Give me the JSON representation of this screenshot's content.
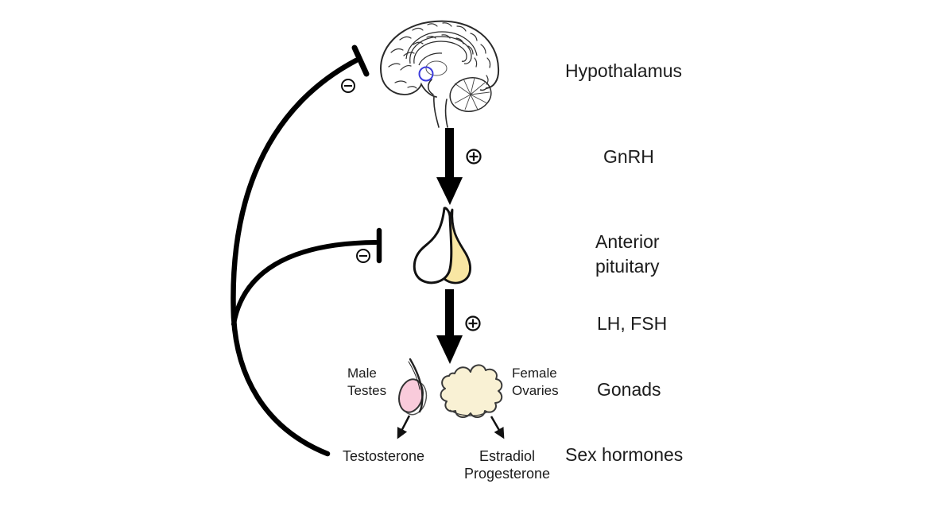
{
  "figure": {
    "type": "endocrine-negative-feedback-diagram",
    "background": "#ffffff"
  },
  "labels": {
    "hypothalamus": "Hypothalamus",
    "gnrh": "GnRH",
    "anterior_pituitary": {
      "line1": "Anterior",
      "line2": "pituitary"
    },
    "lh_fsh": "LH, FSH",
    "gonads": "Gonads",
    "sex_hormones": "Sex hormones",
    "male": {
      "line1": "Male",
      "line2": "Testes"
    },
    "female": {
      "line1": "Female",
      "line2": "Ovaries"
    },
    "testosterone": "Testosterone",
    "female_hormones": {
      "line1": "Estradiol",
      "line2": "Progesterone"
    }
  },
  "icons": {
    "positive_feedback": "circled-plus ⊕",
    "negative_feedback": "circled-minus ⊖",
    "stimulation": "solid-down-arrow",
    "inhibition": "t-bar"
  },
  "colors": {
    "ink": "#000000",
    "line_art": "#2a2a2a",
    "text": "#1c1c1c",
    "pituitary_posterior_fill": "#F8E6A3",
    "pituitary_anterior_fill": "#ffffff",
    "testis_fill": "#F9CBDB",
    "ovary_fill": "#F9F1D4",
    "hypothalamus_marker": "#3C3CDD"
  }
}
